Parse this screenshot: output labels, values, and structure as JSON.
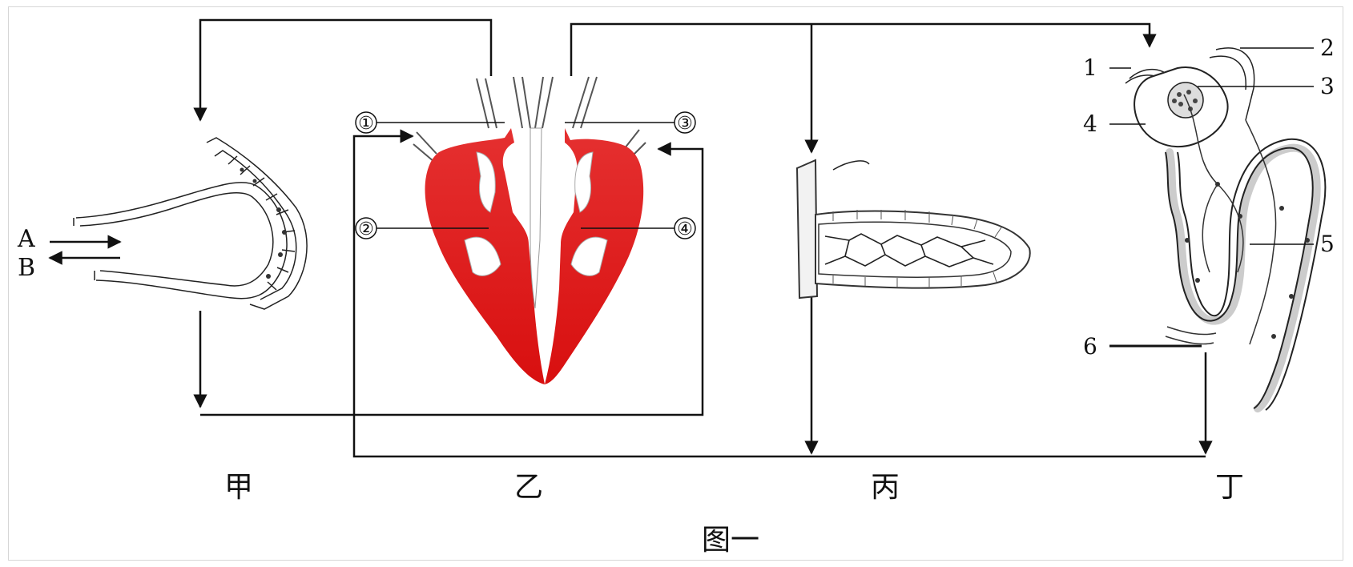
{
  "labels": {
    "arrow_in": "A",
    "arrow_out": "B",
    "heart_1": "①",
    "heart_2": "②",
    "heart_3": "③",
    "heart_4": "④",
    "nephron_1": "1",
    "nephron_2": "2",
    "nephron_3": "3",
    "nephron_4": "4",
    "nephron_5": "5",
    "nephron_6": "6"
  },
  "captions": {
    "jia": "甲",
    "yi": "乙",
    "bing": "丙",
    "ding": "丁",
    "figure": "图一"
  },
  "colors": {
    "heart_red": "#e01e1e",
    "line": "#111111"
  }
}
